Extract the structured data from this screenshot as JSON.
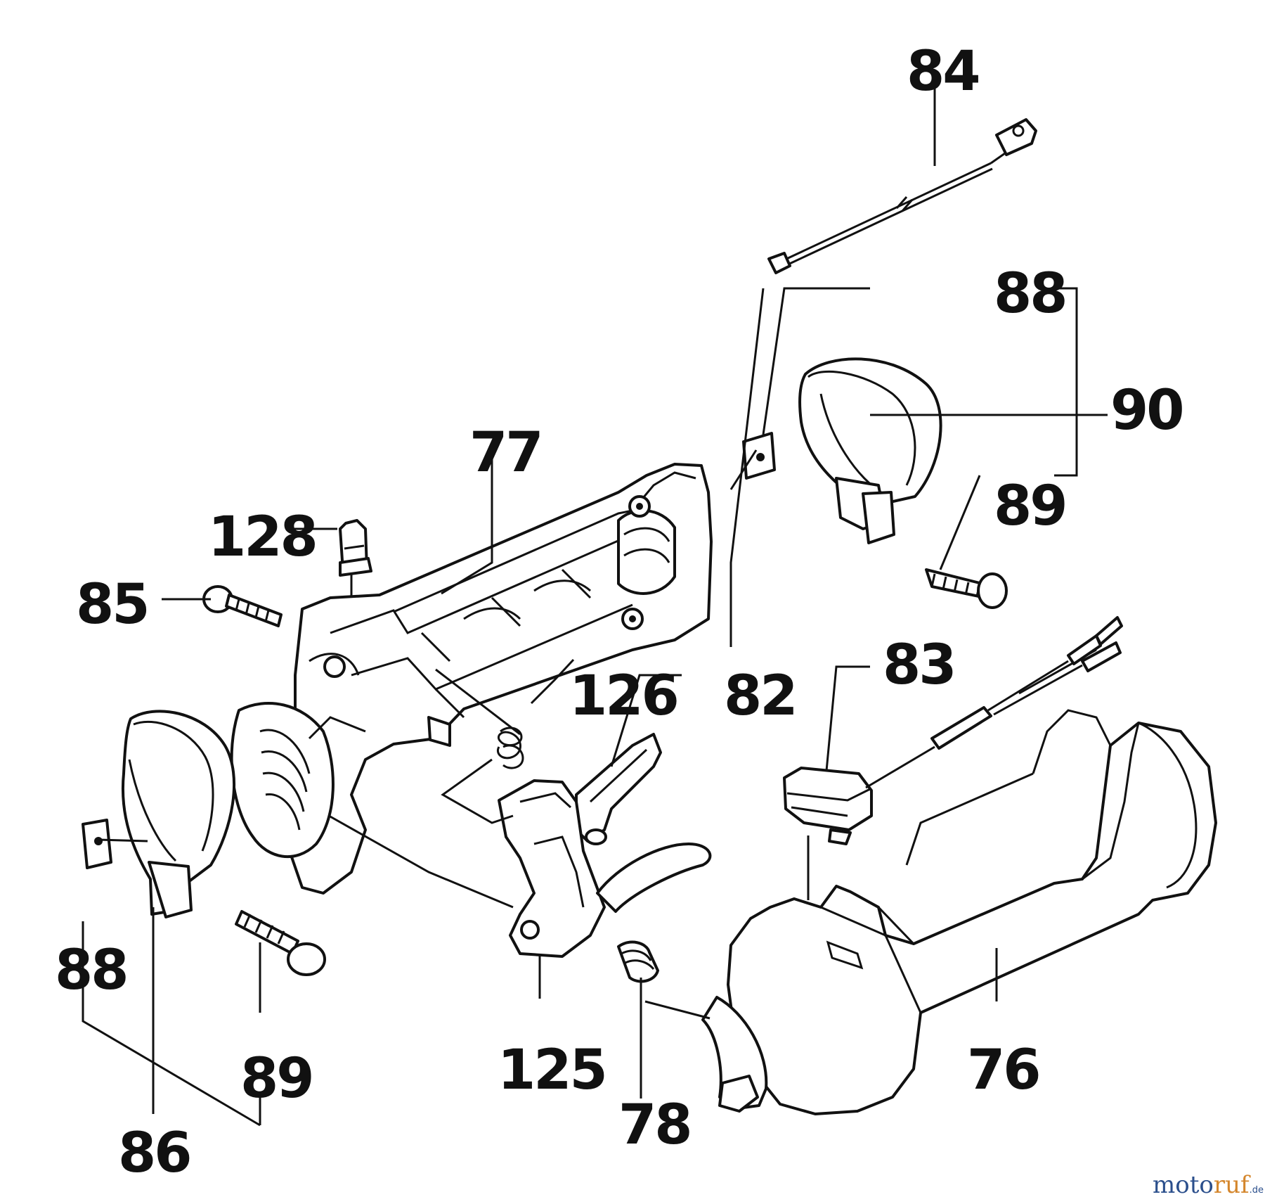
{
  "labels": {
    "p84": "84",
    "p88_top": "88",
    "p90": "90",
    "p89_top": "89",
    "p77": "77",
    "p128": "128",
    "p85": "85",
    "p126": "126",
    "p82": "82",
    "p83": "83",
    "p88_left": "88",
    "p89_bottom": "89",
    "p86": "86",
    "p125": "125",
    "p78": "78",
    "p76": "76"
  },
  "watermark": {
    "part1": "moto",
    "part2": "ruf",
    "suffix": ".de"
  }
}
